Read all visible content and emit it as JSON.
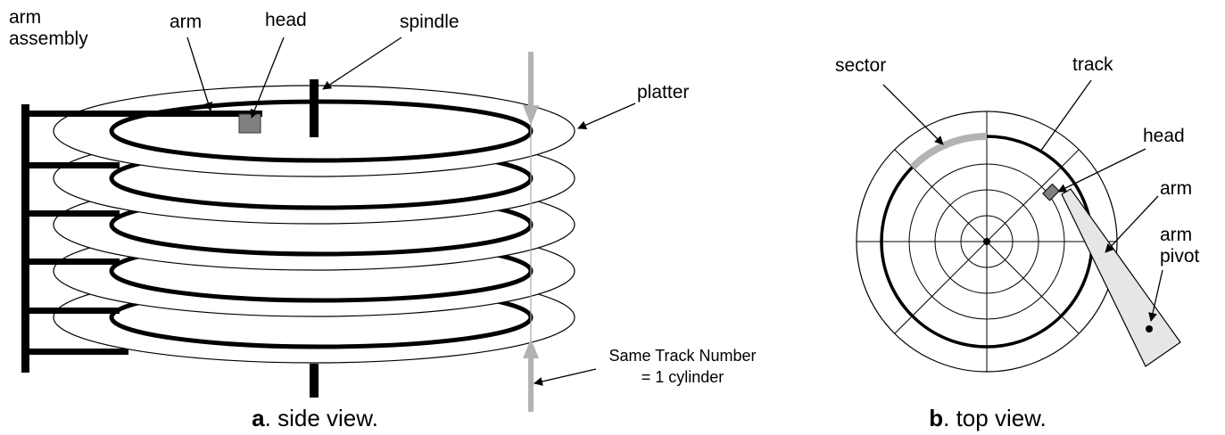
{
  "side_view": {
    "labels": {
      "arm_assembly_line1": "arm",
      "arm_assembly_line2": "assembly",
      "arm": "arm",
      "head": "head",
      "spindle": "spindle",
      "platter": "platter",
      "cylinder_line1": "Same Track Number",
      "cylinder_line2": "= 1 cylinder"
    },
    "caption_letter": "a",
    "caption_text": ". side view."
  },
  "top_view": {
    "labels": {
      "sector": "sector",
      "track": "track",
      "head": "head",
      "arm": "arm",
      "arm_pivot_line1": "arm",
      "arm_pivot_line2": "pivot"
    },
    "caption_letter": "b",
    "caption_text": ". top view."
  },
  "colors": {
    "line": "#000000",
    "head_fill": "#808080",
    "highlight_gray": "#b3b3b3",
    "arm_fill": "#e6e6e6"
  }
}
